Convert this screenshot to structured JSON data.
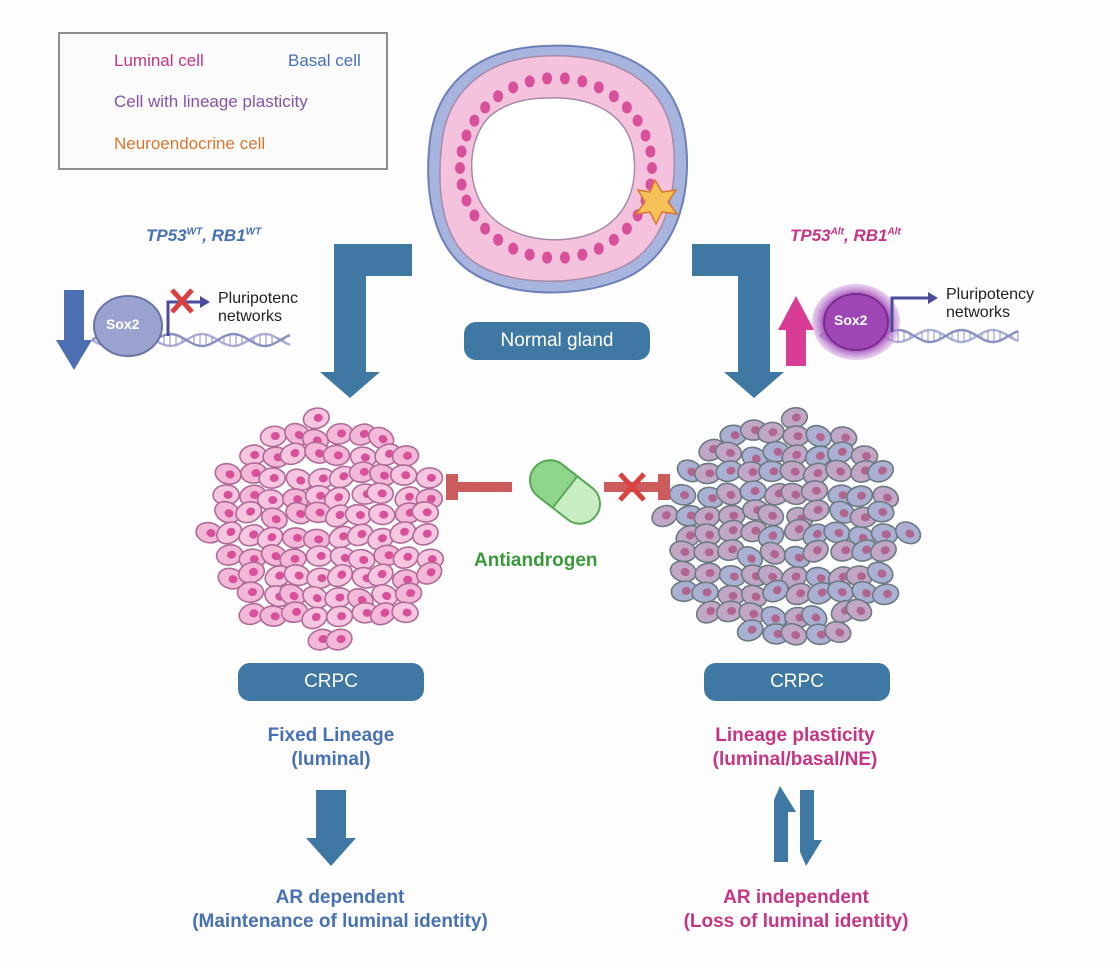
{
  "legend": {
    "luminal_label": "Luminal cell",
    "basal_label": "Basal cell",
    "plasticity_label": "Cell with lineage plasticity",
    "ne_label": "Neuroendocrine cell"
  },
  "left_branch": {
    "gene_a": "TP53",
    "gene_a_sup": "WT",
    "gene_sep": ", ",
    "gene_b": "RB1",
    "gene_b_sup": "WT",
    "sox2": "Sox2",
    "network_line1": "Pluripotenc",
    "network_line2": "networks"
  },
  "right_branch": {
    "gene_a": "TP53",
    "gene_a_sup": "Alt",
    "gene_sep": ", ",
    "gene_b": "RB1",
    "gene_b_sup": "Alt",
    "sox2": "Sox2",
    "network_line1": "Pluripotency",
    "network_line2": "networks"
  },
  "center": {
    "normal_gland": "Normal gland",
    "antiandrogen": "Antiandrogen"
  },
  "left_outcome": {
    "crpc": "CRPC",
    "lineage_line1": "Fixed Lineage",
    "lineage_line2": "(luminal)",
    "result_line1": "AR dependent",
    "result_line2": "(Maintenance of luminal identity)"
  },
  "right_outcome": {
    "crpc": "CRPC",
    "lineage_line1": "Lineage plasticity",
    "lineage_line2": "(luminal/basal/NE)",
    "result_line1": "AR independent",
    "result_line2": "(Loss of luminal identity)"
  },
  "colors": {
    "arrow_blue": "#3f78a3",
    "luminal_pink": "#f3b8d8",
    "nucleus_magenta": "#d9509a",
    "basal_blue": "#9aa8d8",
    "plastic_gray": "#b7a7bd",
    "inhibit_red": "#cc5b5b",
    "pill_green": "#7fd07f",
    "text_blue": "#4771b2",
    "text_magenta": "#c53585",
    "text_green": "#3a9a3a",
    "ne_orange": "#d9772e"
  }
}
